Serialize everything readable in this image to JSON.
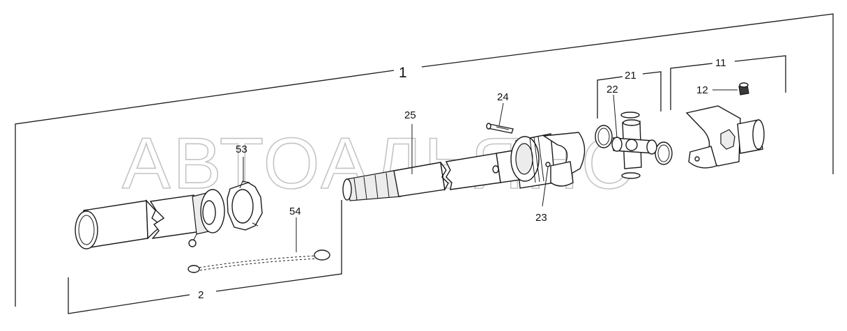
{
  "watermark": "АВТОАЛЬЯНС",
  "labels": {
    "assembly": "1",
    "guard": "2",
    "yoke_group": "11",
    "grease_nipple": "12",
    "cross_kit": "21",
    "cross": "22",
    "inner_yoke": "23",
    "pin": "24",
    "shaft": "25",
    "bearing_ring": "53",
    "chain": "54"
  }
}
